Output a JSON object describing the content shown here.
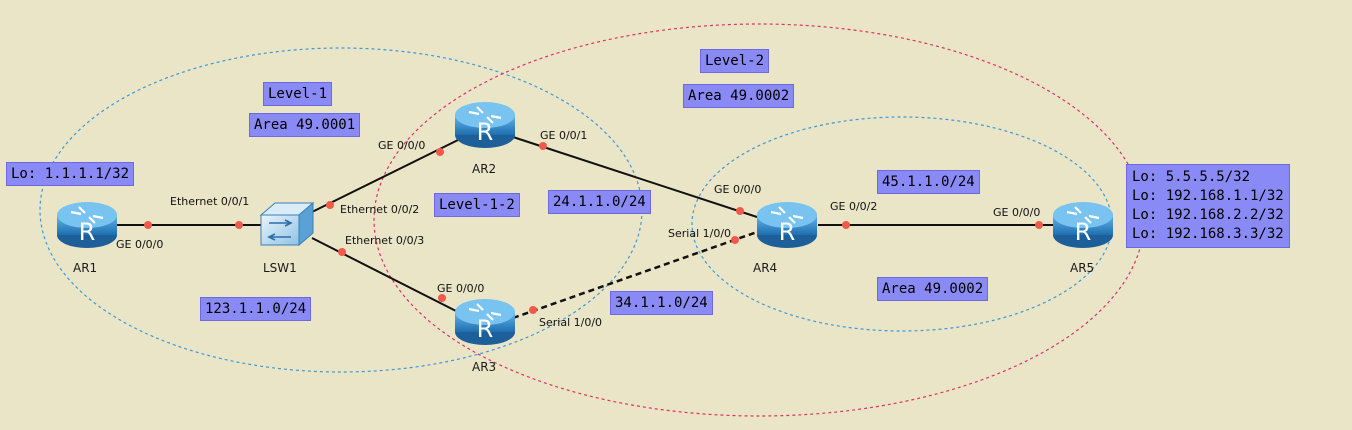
{
  "nodes": {
    "ar1": "AR1",
    "ar2": "AR2",
    "ar3": "AR3",
    "ar4": "AR4",
    "ar5": "AR5",
    "lsw1": "LSW1"
  },
  "ports": {
    "ar1_ge000": "GE 0/0/0",
    "lsw1_eth001": "Ethernet 0/0/1",
    "lsw1_eth002": "Ethernet 0/0/2",
    "lsw1_eth003": "Ethernet 0/0/3",
    "ar2_ge000": "GE 0/0/0",
    "ar2_ge001": "GE 0/0/1",
    "ar3_ge000": "GE 0/0/0",
    "ar3_serial100": "Serial 1/0/0",
    "ar4_ge000": "GE 0/0/0",
    "ar4_serial100": "Serial 1/0/0",
    "ar4_ge002": "GE 0/0/2",
    "ar5_ge000": "GE 0/0/0"
  },
  "labels": {
    "level1": "Level-1",
    "area1": "Area 49.0001",
    "level2": "Level-2",
    "area2_top": "Area 49.0002",
    "level12": "Level-1-2",
    "net_24": "24.1.1.0/24",
    "net_45": "45.1.1.0/24",
    "area2_bottom": "Area 49.0002",
    "net_123": "123.1.1.0/24",
    "net_34": "34.1.1.0/24",
    "ar1_loopback": "Lo: 1.1.1.1/32",
    "ar5_loopbacks": [
      "Lo: 5.5.5.5/32",
      "Lo: 192.168.1.1/32",
      "Lo: 192.168.2.2/32",
      "Lo: 192.168.3.3/32"
    ]
  },
  "colors": {
    "background": "#ebe5c8",
    "level1_ellipse": "#3a9ad9",
    "level2_ellipse": "#e0306a",
    "link": "#111111",
    "port_dot": "#f05a4a",
    "label_box": "#8a8af6",
    "router_body": "#2f86c6"
  }
}
